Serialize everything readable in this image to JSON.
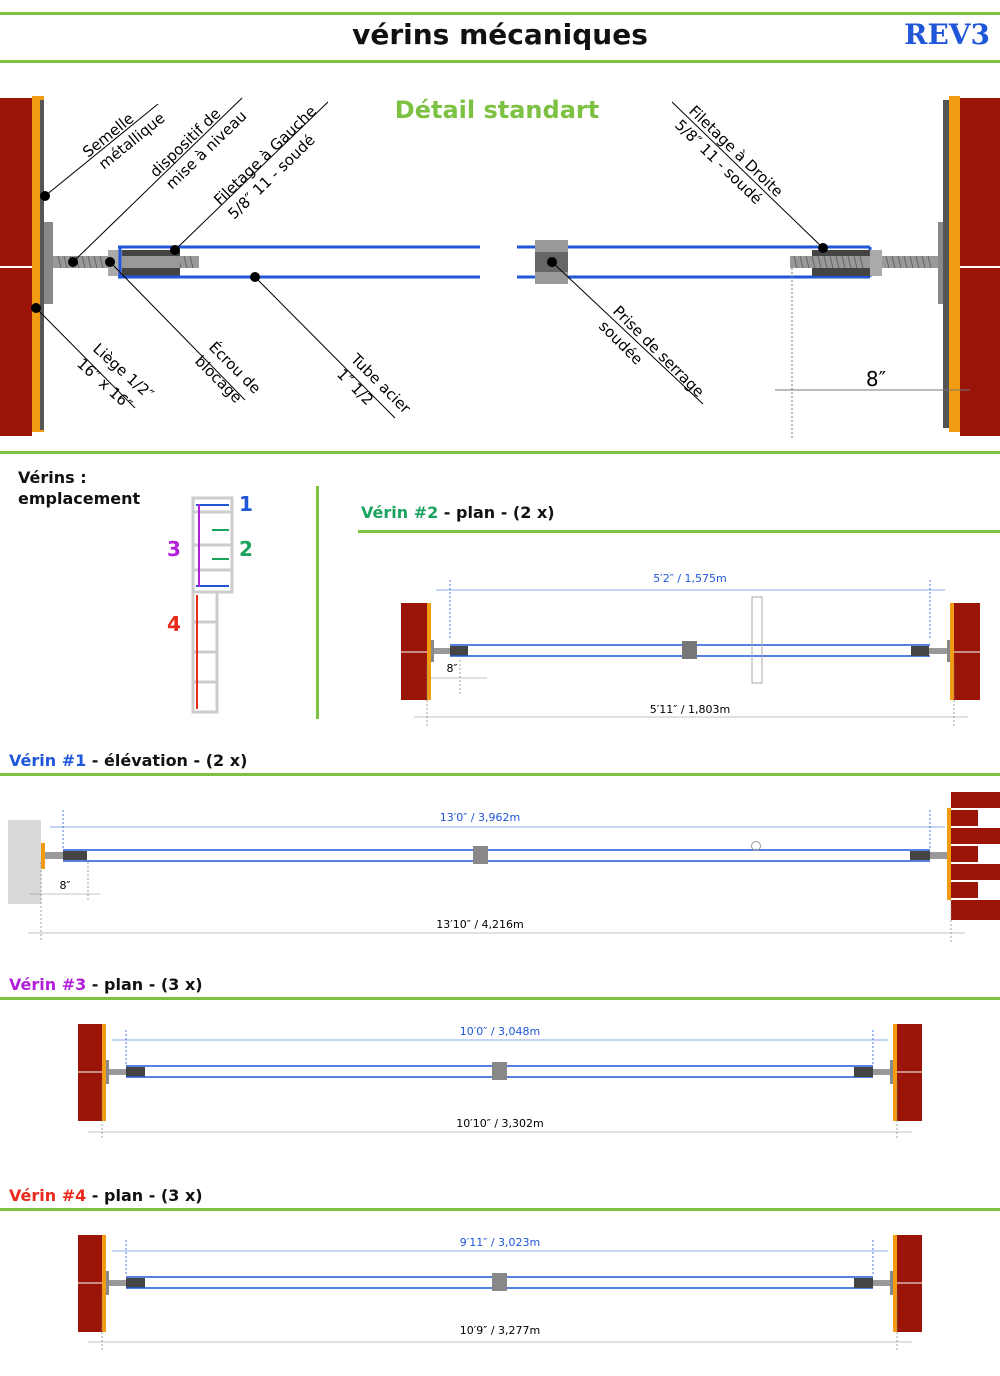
{
  "header": {
    "title": "vérins mécaniques",
    "revision": "REV3"
  },
  "detail": {
    "title": "Détail standart",
    "labels": {
      "semelle": [
        "Semelle",
        "métallique"
      ],
      "niveau": [
        "dispositif de",
        "mise à niveau"
      ],
      "gauche": [
        "Filetage à Gauche",
        "5/8″ 11 - soudé"
      ],
      "droite": [
        "Filetage à Droite",
        "5/8″ 11 - soudé"
      ],
      "liege": [
        "Liège 1/2″",
        "16″ x 16″"
      ],
      "ecrou": [
        "Écrou de",
        "blocage"
      ],
      "tube": [
        "Tube acier",
        "1″ 1/2"
      ],
      "prise": [
        "Prise de serrage",
        "soudée"
      ]
    },
    "dim": "8″"
  },
  "location": {
    "title_line1": "Vérins :",
    "title_line2": "emplacement",
    "num1": "1",
    "num2": "2",
    "num3": "3",
    "num4": "4"
  },
  "verins": {
    "v2": {
      "name": "Vérin #2",
      "rest": " - plan - (2 x)",
      "inner": "5′2″ / 1,575m",
      "outer": "5′11″ / 1,803m",
      "small": "8″"
    },
    "v1": {
      "name": "Vérin #1",
      "rest": " - élévation - (2 x)",
      "inner": "13′0″ / 3,962m",
      "outer": "13′10″ / 4,216m",
      "small": "8″"
    },
    "v3": {
      "name": "Vérin #3",
      "rest": " - plan - (3 x)",
      "inner": "10′0″ / 3,048m",
      "outer": "10′10″ / 3,302m"
    },
    "v4": {
      "name": "Vérin #4",
      "rest": " - plan - (3 x)",
      "inner": "9′11″ / 3,023m",
      "outer": "10′9″ / 3,277m"
    }
  },
  "colors": {
    "green": "#7dc142",
    "blue": "#1f57d8",
    "purple": "#b11fd8",
    "teal": "#19a35c",
    "red": "#e8291c",
    "brick": "#9a1408",
    "orange": "#f39c12"
  }
}
